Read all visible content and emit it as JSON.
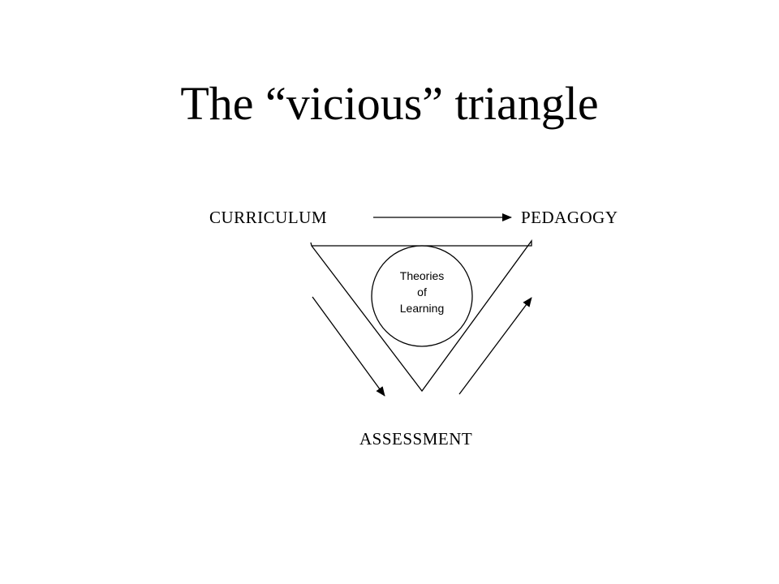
{
  "slide": {
    "title": "The “vicious” triangle"
  },
  "diagram": {
    "nodes": {
      "curriculum": "CURRICULUM",
      "pedagogy": "PEDAGOGY",
      "assessment": "ASSESSMENT"
    },
    "center": {
      "line1": "Theories",
      "line2": "of",
      "line3": "Learning"
    },
    "arrows": [
      {
        "from": "curriculum",
        "to": "pedagogy"
      },
      {
        "from": "curriculum",
        "to": "assessment"
      },
      {
        "from": "assessment",
        "to": "pedagogy"
      }
    ]
  }
}
